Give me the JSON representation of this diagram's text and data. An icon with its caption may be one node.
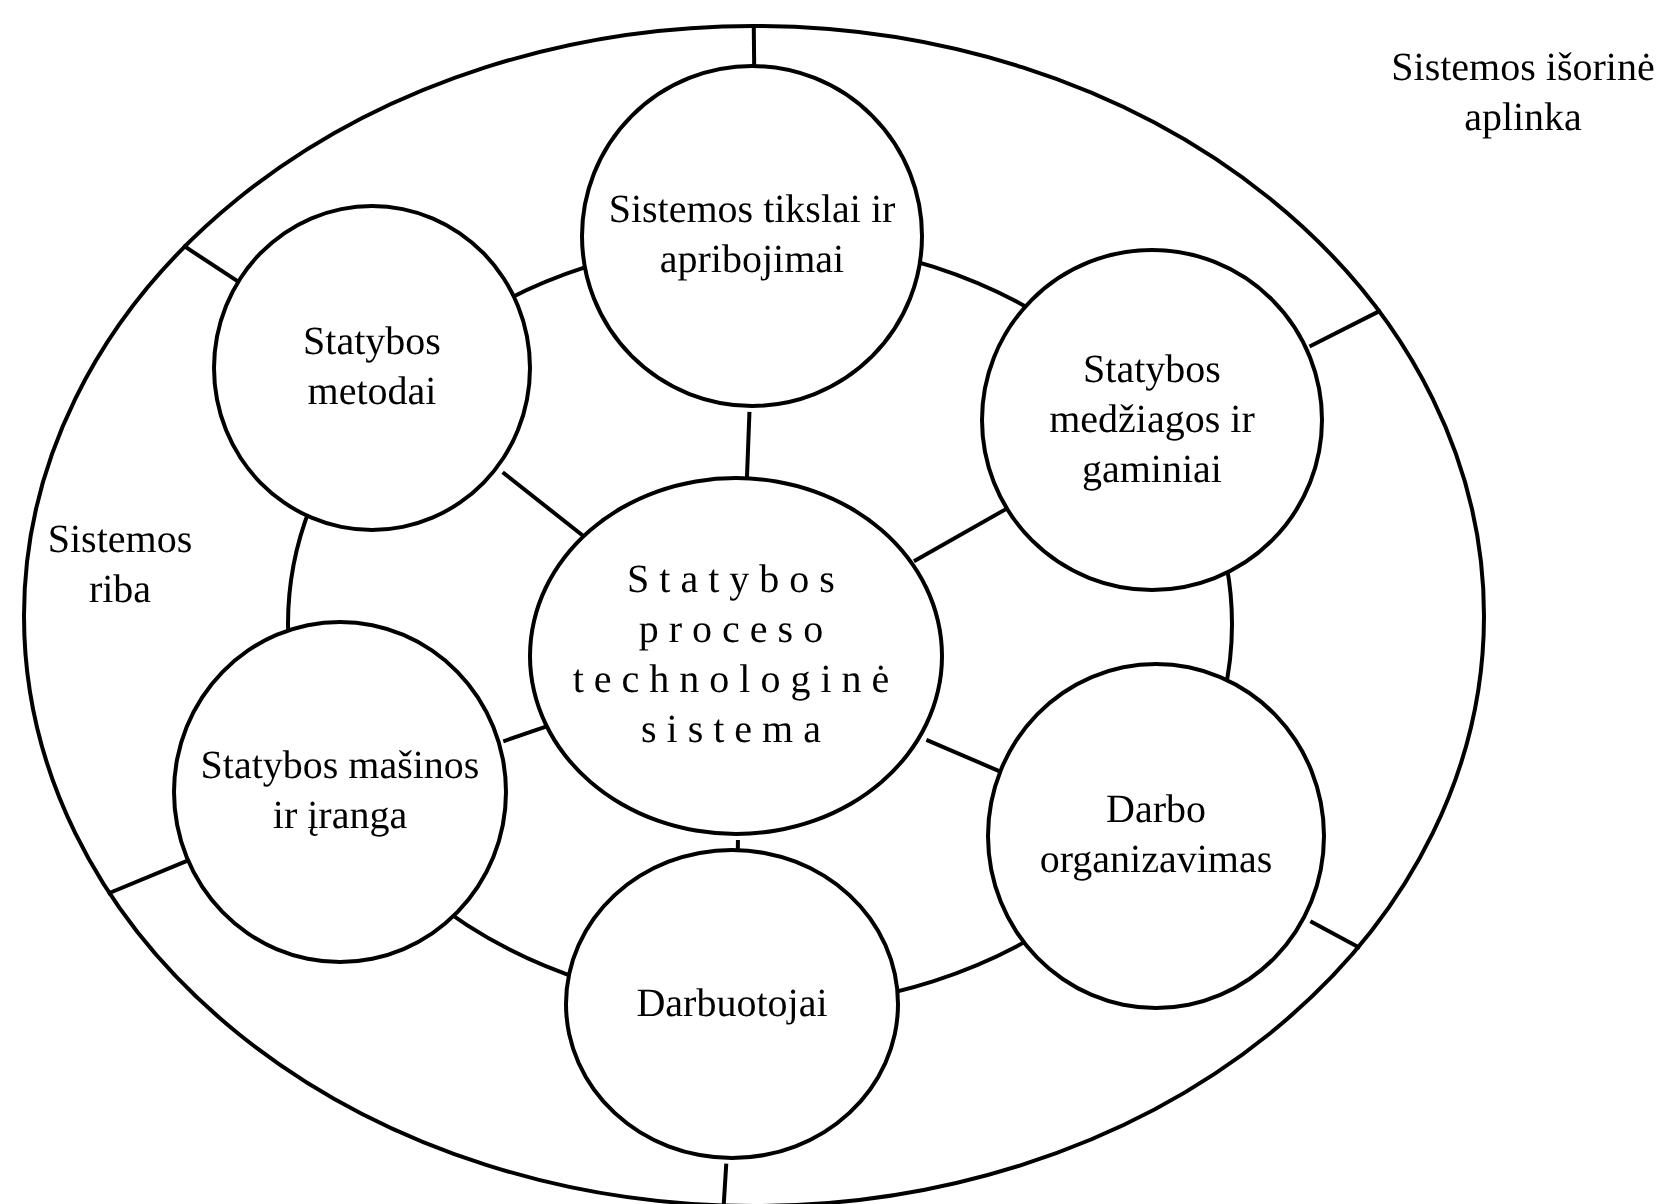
{
  "diagram": {
    "nodes": [
      {
        "text": [],
        "shape": "ellipse"
      },
      {
        "text": [
          "Sistemos tikslai ir apribojimai"
        ],
        "in": 0
      },
      {
        "text": [
          "Statybos metodai"
        ],
        "in": 0
      },
      {
        "text": [
          "Statybos medžiagos ir gaminiai"
        ],
        "in": 0
      },
      {
        "text": [
          "Statybos proceso technologinė sistema"
        ],
        "in": 0
      },
      {
        "text": [
          "Statybos mašinos ir įranga"
        ],
        "in": 0
      },
      {
        "text": [
          "Darbo organizavimas"
        ],
        "in": 0
      },
      {
        "text": [
          "Darbuotojai"
        ],
        "in": 0
      }
    ],
    "edges": [
      {
        "from": 4,
        "to": 1,
        "arrow": "none"
      },
      {
        "from": 4,
        "to": 2,
        "arrow": "none"
      },
      {
        "from": 4,
        "to": 3,
        "arrow": "none"
      },
      {
        "from": 4,
        "to": 5,
        "arrow": "none"
      },
      {
        "from": 4,
        "to": 6,
        "arrow": "none"
      },
      {
        "from": 4,
        "to": 7,
        "arrow": "none"
      },
      {
        "from": 1,
        "to": 0,
        "arrow": "none"
      },
      {
        "from": 2,
        "to": 0,
        "arrow": "none"
      },
      {
        "from": 3,
        "to": 0,
        "arrow": "none"
      },
      {
        "from": 5,
        "to": 0,
        "arrow": "none"
      },
      {
        "from": 6,
        "to": 0,
        "arrow": "none"
      },
      {
        "from": 7,
        "to": 0,
        "arrow": "none"
      }
    ],
    "labels": [
      "Sistemos išorinė aplinka",
      "Sistemos riba"
    ]
  }
}
